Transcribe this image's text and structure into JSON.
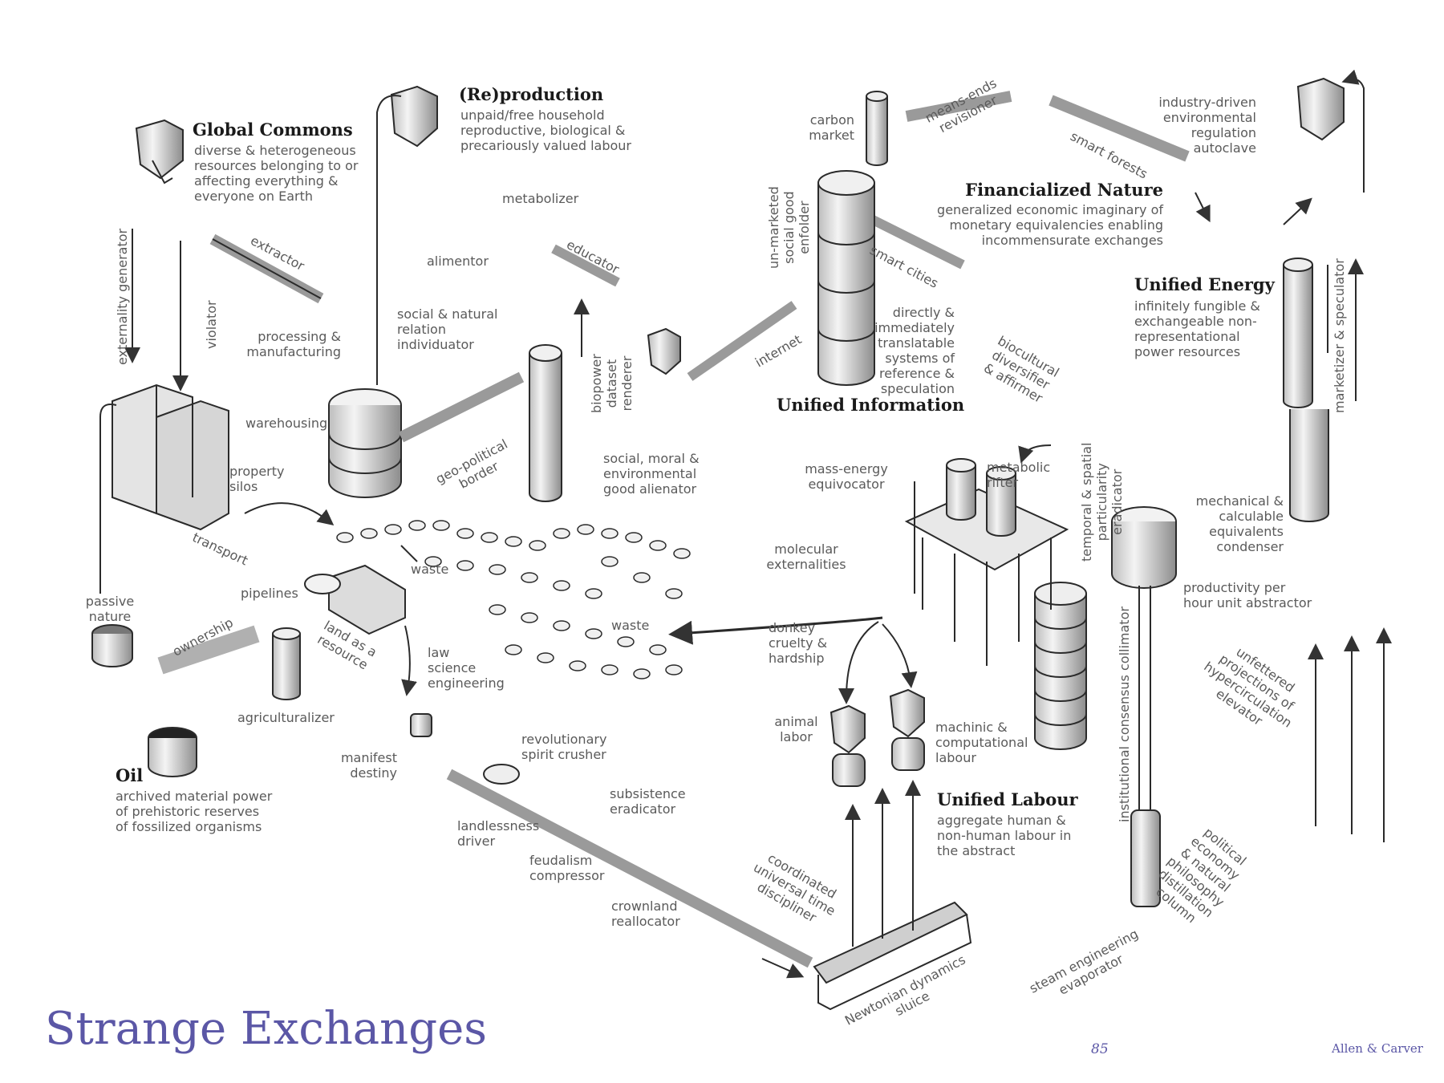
{
  "footer": {
    "title": "Strange Exchanges",
    "page_number": "85",
    "authors": "Allen & Carver"
  },
  "sections": {
    "global_commons": {
      "title": "Global Commons",
      "desc": [
        "diverse & heterogeneous",
        "resources belonging to or",
        "affecting everything &",
        "everyone on Earth"
      ]
    },
    "reproduction": {
      "title": "(Re)production",
      "desc": [
        "unpaid/free household",
        "reproductive, biological &",
        "precariously valued labour"
      ]
    },
    "financialized_nature": {
      "title": "Financialized Nature",
      "desc": [
        "generalized economic imaginary of",
        "monetary equivalencies enabling",
        "incommensurate exchanges"
      ]
    },
    "unified_energy": {
      "title": "Unified Energy",
      "desc": [
        "infinitely fungible &",
        "exchangeable non-",
        "representational",
        "power resources"
      ]
    },
    "unified_information": {
      "title": "Unified Information"
    },
    "unified_labour": {
      "title": "Unified Labour",
      "desc": [
        "aggregate human &",
        "non-human labour in",
        "the abstract"
      ]
    },
    "oil": {
      "title": "Oil",
      "desc": [
        "archived material power",
        "of prehistoric reserves",
        "of fossilized organisms"
      ]
    }
  },
  "labels": {
    "externality_generator": "externality generator",
    "violator": "violator",
    "extractor": "extractor",
    "processing": [
      "processing &",
      "manufacturing"
    ],
    "alimentor": "alimentor",
    "metabolizer": "metabolizer",
    "educator": "educator",
    "social_natural": [
      "social & natural",
      "relation",
      "individuator"
    ],
    "warehousing": "warehousing",
    "property_silos": [
      "property",
      "silos"
    ],
    "geo_political": [
      "geo-political",
      "border"
    ],
    "biopower": [
      "biopower",
      "dataset",
      "renderer"
    ],
    "social_moral": [
      "social, moral &",
      "environmental",
      "good alienator"
    ],
    "transport": "transport",
    "waste_1": "waste",
    "waste_2": "waste",
    "passive_nature": [
      "passive",
      "nature"
    ],
    "pipelines": "pipelines",
    "ownership": "ownership",
    "land_resource": [
      "land as a",
      "resource"
    ],
    "agriculturalizer": "agriculturalizer",
    "law_science": [
      "law",
      "science",
      "engineering"
    ],
    "manifest_destiny": [
      "manifest",
      "destiny"
    ],
    "revolutionary": [
      "revolutionary",
      "spirit crusher"
    ],
    "subsistence": [
      "subsistence",
      "eradicator"
    ],
    "landlessness": [
      "landlessness",
      "driver"
    ],
    "feudalism": [
      "feudalism",
      "compressor"
    ],
    "crownland": [
      "crownland",
      "reallocator"
    ],
    "coordinated_time": [
      "coordinated",
      "universal time",
      "discipliner"
    ],
    "newtonian": [
      "Newtonian dynamics",
      "sluice"
    ],
    "steam": [
      "steam engineering",
      "evaporator"
    ],
    "carbon_market": [
      "carbon",
      "market"
    ],
    "means_ends": [
      "means-ends",
      "revisioner"
    ],
    "smart_forests": "smart forests",
    "industry_driven": [
      "industry-driven",
      "environmental",
      "regulation",
      "autoclave"
    ],
    "unmarketed": [
      "un-marketed",
      "social good",
      "enfolder"
    ],
    "smart_cities": "smart cities",
    "internet": "internet",
    "directly": [
      "directly &",
      "immediately",
      "translatable",
      "systems of",
      "reference &",
      "speculation"
    ],
    "biocultural": [
      "biocultural",
      "diversifier",
      "& affirmer"
    ],
    "marketizer": "marketizer & speculator",
    "mass_energy": [
      "mass-energy",
      "equivocator"
    ],
    "metabolic_rifter": [
      "metabolic",
      "rifter"
    ],
    "temporal_spatial": [
      "temporal & spatial",
      "particularity",
      "eradicator"
    ],
    "mechanical": [
      "mechanical &",
      "calculable",
      "equivalents",
      "condenser"
    ],
    "molecular": [
      "molecular",
      "externalities"
    ],
    "productivity": [
      "productivity per",
      "hour unit abstractor"
    ],
    "donkey": [
      "donkey",
      "cruelty &",
      "hardship"
    ],
    "animal_labor": [
      "animal",
      "labor"
    ],
    "machinic": [
      "machinic &",
      "computational",
      "labour"
    ],
    "institutional": "institutional consensus collimator",
    "unfettered": [
      "unfettered",
      "projections of",
      "hypercirculation",
      "elevator"
    ],
    "political_economy": [
      "political",
      "economy",
      "& natural",
      "philosophy",
      "distillation",
      "column"
    ]
  }
}
